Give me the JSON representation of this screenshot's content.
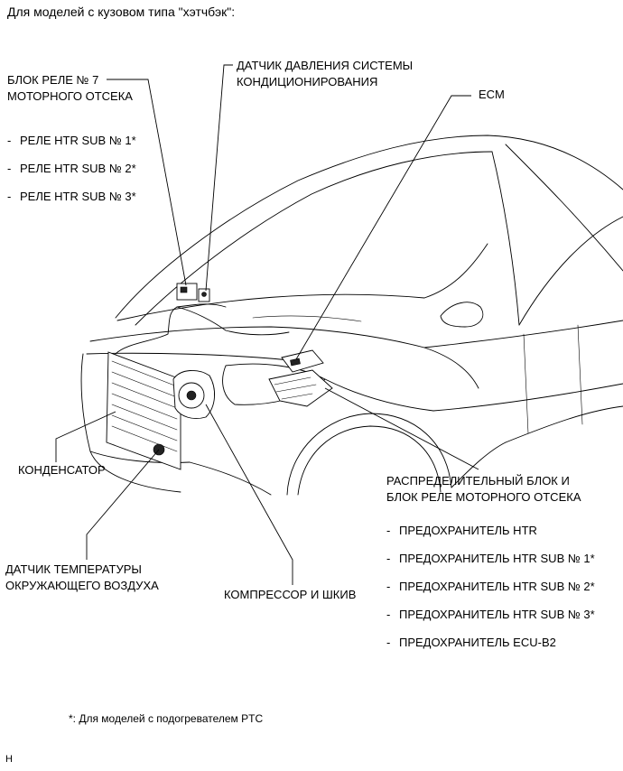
{
  "title": "Для моделей с кузовом типа \"хэтчбэк\":",
  "labels": {
    "relay_block": [
      "БЛОК РЕЛЕ № 7",
      "МОТОРНОГО ОТСЕКА"
    ],
    "relay_items": [
      "РЕЛЕ HTR SUB № 1*",
      "РЕЛЕ HTR SUB № 2*",
      "РЕЛЕ HTR SUB № 3*"
    ],
    "pressure_sensor": [
      "ДАТЧИК ДАВЛЕНИЯ СИСТЕМЫ",
      "КОНДИЦИОНИРОВАНИЯ"
    ],
    "ecm": "ECM",
    "condenser": "КОНДЕНСАТОР",
    "junction_block": [
      "РАСПРЕДЕЛИТЕЛЬНЫЙ БЛОК И",
      "БЛОК РЕЛЕ МОТОРНОГО ОТСЕКА"
    ],
    "fuse_items": [
      "ПРЕДОХРАНИТЕЛЬ HTR",
      "ПРЕДОХРАНИТЕЛЬ HTR SUB № 1*",
      "ПРЕДОХРАНИТЕЛЬ HTR SUB № 2*",
      "ПРЕДОХРАНИТЕЛЬ HTR SUB № 3*",
      "ПРЕДОХРАНИТЕЛЬ ECU-B2"
    ],
    "ambient_sensor": [
      "ДАТЧИК ТЕМПЕРАТУРЫ",
      "ОКРУЖАЮЩЕГО ВОЗДУХА"
    ],
    "compressor": "КОМПРЕССОР И ШКИВ"
  },
  "footnote": "*: Для моделей с подогревателем PTC",
  "figure_code": "H"
}
